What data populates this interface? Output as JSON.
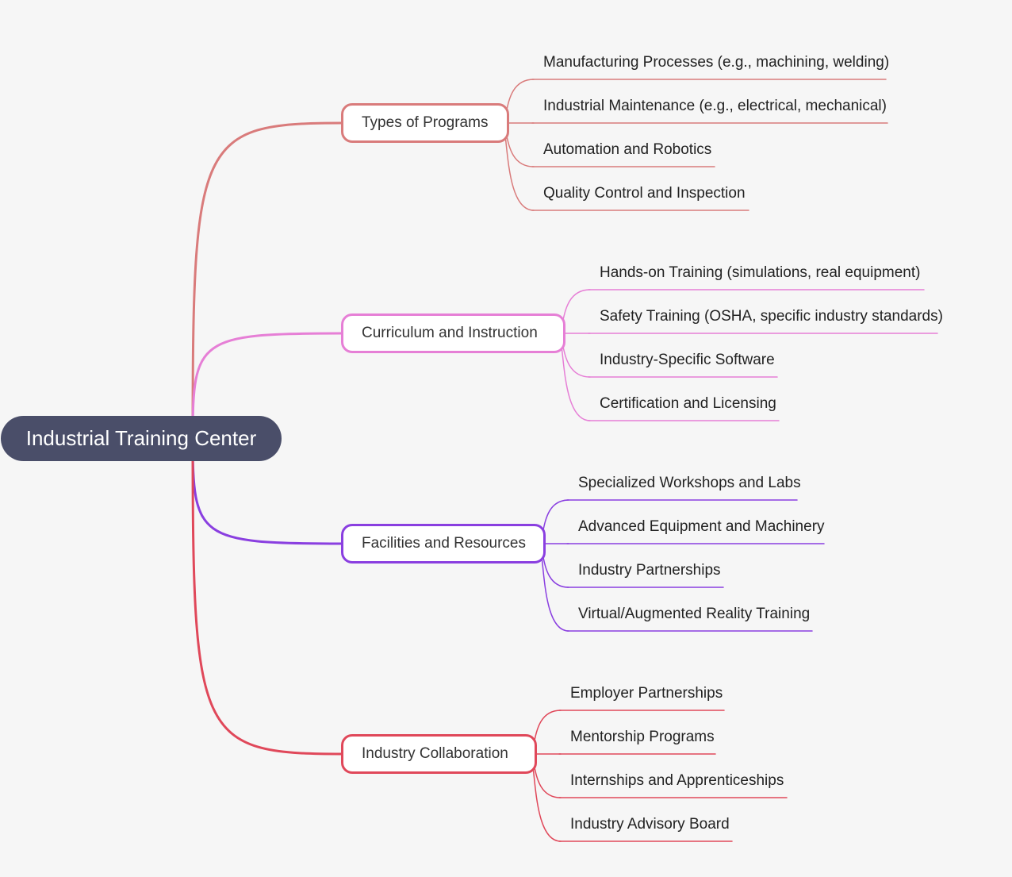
{
  "colors": {
    "background": "#f6f6f6",
    "root_fill": "#4a4e69",
    "root_text": "#ffffff"
  },
  "root": {
    "label": "Industrial Training Center"
  },
  "branches": [
    {
      "label": "Types of Programs",
      "color": "#d97b7b",
      "children": [
        "Manufacturing Processes (e.g., machining, welding)",
        "Industrial Maintenance (e.g., electrical, mechanical)",
        "Automation and Robotics",
        "Quality Control and Inspection"
      ]
    },
    {
      "label": "Curriculum and Instruction",
      "color": "#e67fd6",
      "children": [
        "Hands-on Training (simulations, real equipment)",
        "Safety Training (OSHA, specific industry standards)",
        "Industry-Specific Software",
        "Certification and Licensing"
      ]
    },
    {
      "label": "Facilities and Resources",
      "color": "#8a3fe0",
      "children": [
        "Specialized Workshops and Labs",
        "Advanced Equipment and Machinery",
        "Industry Partnerships",
        "Virtual/Augmented Reality Training"
      ]
    },
    {
      "label": "Industry Collaboration",
      "color": "#e0485a",
      "children": [
        "Employer Partnerships",
        "Mentorship Programs",
        "Internships and Apprenticeships",
        "Industry Advisory Board"
      ]
    }
  ]
}
